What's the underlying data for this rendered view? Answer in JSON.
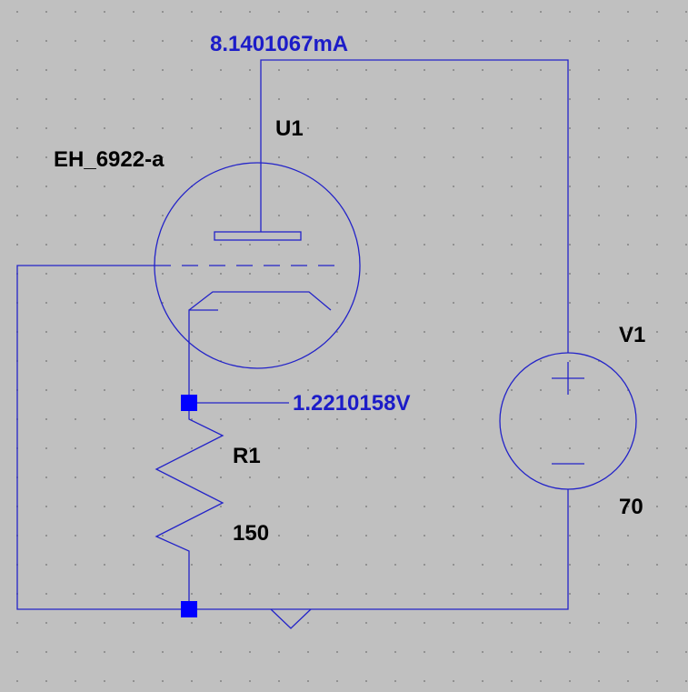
{
  "schematic": {
    "tube": {
      "ref": "U1",
      "model": "EH_6922-a"
    },
    "source": {
      "ref": "V1",
      "value": "70"
    },
    "resistor": {
      "ref": "R1",
      "value": "150"
    },
    "probes": {
      "plate_current": "8.1401067mA",
      "cathode_voltage": "1.2210158V"
    }
  },
  "colors": {
    "background": "#c0c0c0",
    "grid_dot": "#8a8a8a",
    "wire": "#2323c8",
    "symbol": "#2323c8",
    "junction": "#0000ff",
    "component_text": "#000000",
    "measurement_text": "#1c1cc8"
  }
}
